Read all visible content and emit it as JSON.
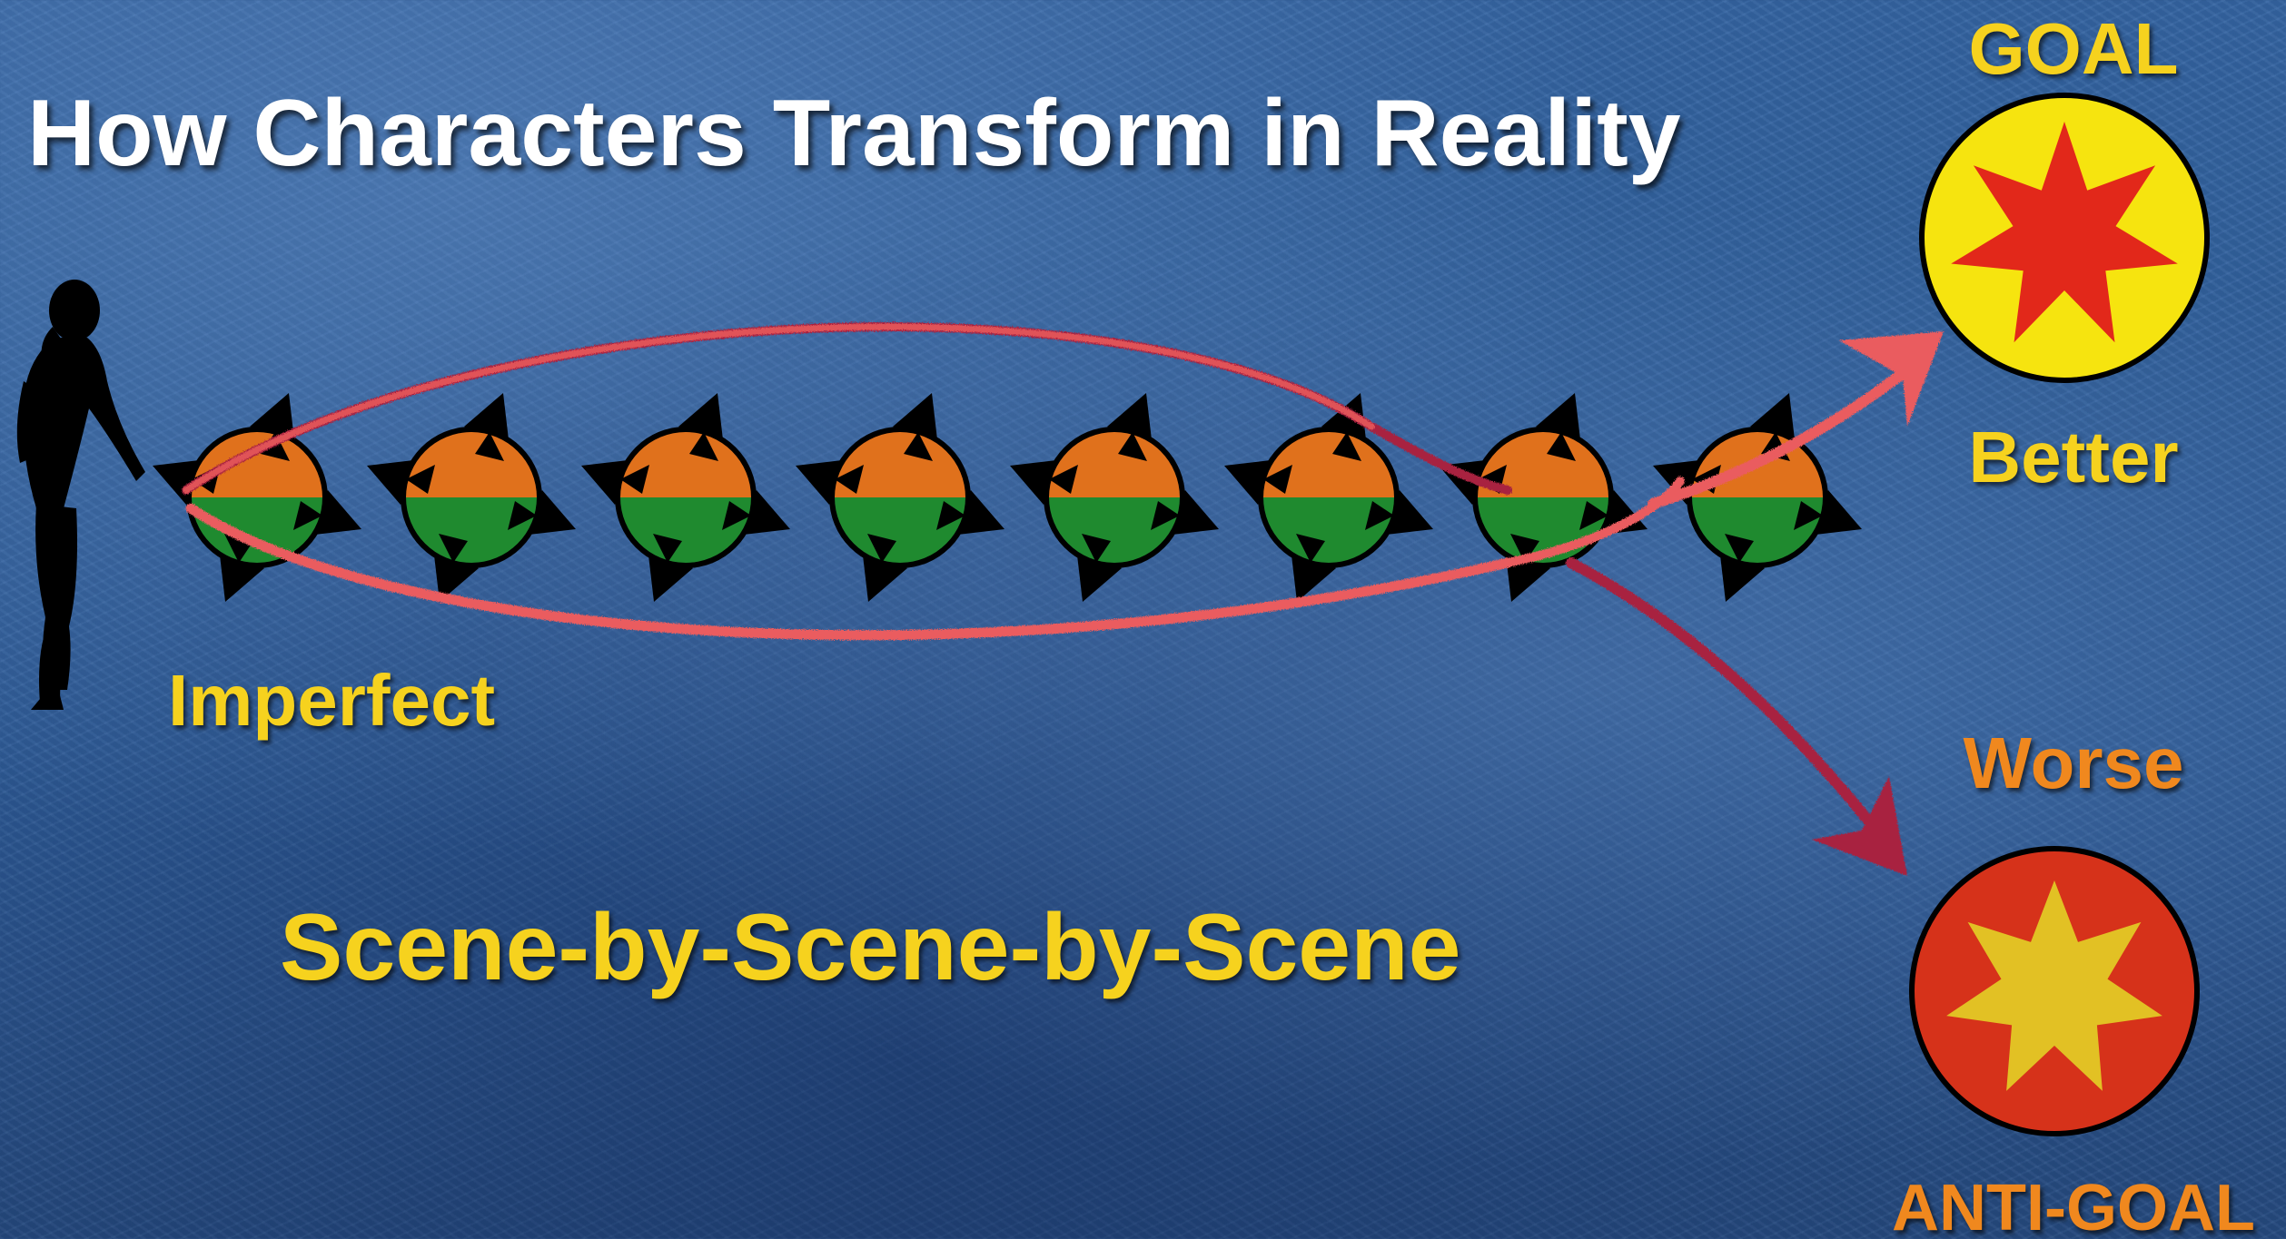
{
  "title": "How Characters Transform in Reality",
  "labels": {
    "goal": "GOAL",
    "better": "Better",
    "imperfect": "Imperfect",
    "worse": "Worse",
    "anti_goal": "ANTI-GOAL",
    "scene_caption": "Scene-by-Scene-by-Scene"
  },
  "colors": {
    "background": "#2f5a95",
    "title": "#ffffff",
    "label_yellow": "#f6d21e",
    "label_orange": "#f0881e",
    "goal_circle": "#f6e40f",
    "goal_star": "#e2281a",
    "anti_goal_circle": "#d6321a",
    "anti_goal_star": "#e2c124",
    "scene_top": "#e0711c",
    "scene_bottom": "#1f8a2f",
    "arrow_pink": "#ea5c5e",
    "arrow_crimson": "#a8203f"
  },
  "icons": {
    "character": "woman-silhouette-icon",
    "scene": "scene-cycle-icon",
    "goal": "goal-star-icon",
    "anti_goal": "anti-goal-star-icon"
  },
  "scene_count": 8
}
